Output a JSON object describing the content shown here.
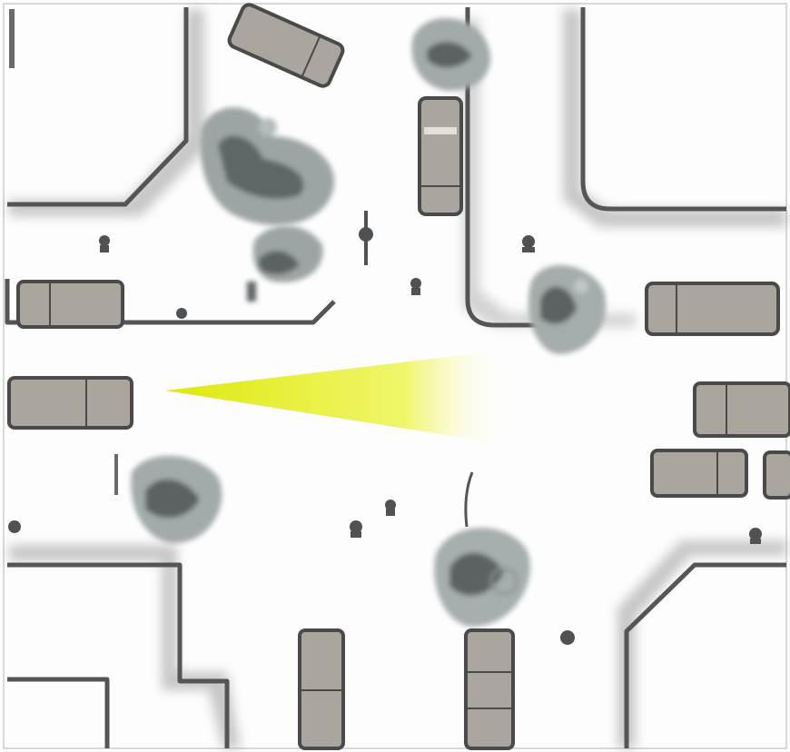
{
  "scene": {
    "kind": "top-down intersection map",
    "colors": {
      "background": "#fdfdfd",
      "road": "#ffffff",
      "curb": "#4e4e4e",
      "shadow": "#b4b4b4",
      "car_body": "#aaa59d",
      "car_outline": "#4a4a4a",
      "tree_dark": "#5d6466",
      "tree_light": "#9ba3a3",
      "view_cone": "#e6ee12"
    },
    "vehicles": [
      {
        "id": "car-top-left-angled",
        "heading": "diagonal",
        "parked": true
      },
      {
        "id": "car-north-lane",
        "heading": "south",
        "parked": true
      },
      {
        "id": "car-west-parked",
        "heading": "east",
        "parked": true
      },
      {
        "id": "car-west-road",
        "heading": "east",
        "parked": false
      },
      {
        "id": "car-east-parked",
        "heading": "west",
        "parked": true
      },
      {
        "id": "car-east-road",
        "heading": "west",
        "parked": false
      },
      {
        "id": "car-east-lower-1",
        "heading": "west",
        "parked": false
      },
      {
        "id": "car-east-lower-2",
        "heading": "west",
        "parked": false
      },
      {
        "id": "car-south-1",
        "heading": "north",
        "parked": true
      },
      {
        "id": "car-south-2",
        "heading": "north",
        "parked": true
      }
    ],
    "trees": [
      "tree-northwest-large",
      "tree-northwest-small",
      "tree-north",
      "tree-northeast",
      "tree-southwest",
      "tree-south"
    ],
    "pedestrians": 8,
    "view_cone_icon": "flashlight-beam-icon"
  }
}
